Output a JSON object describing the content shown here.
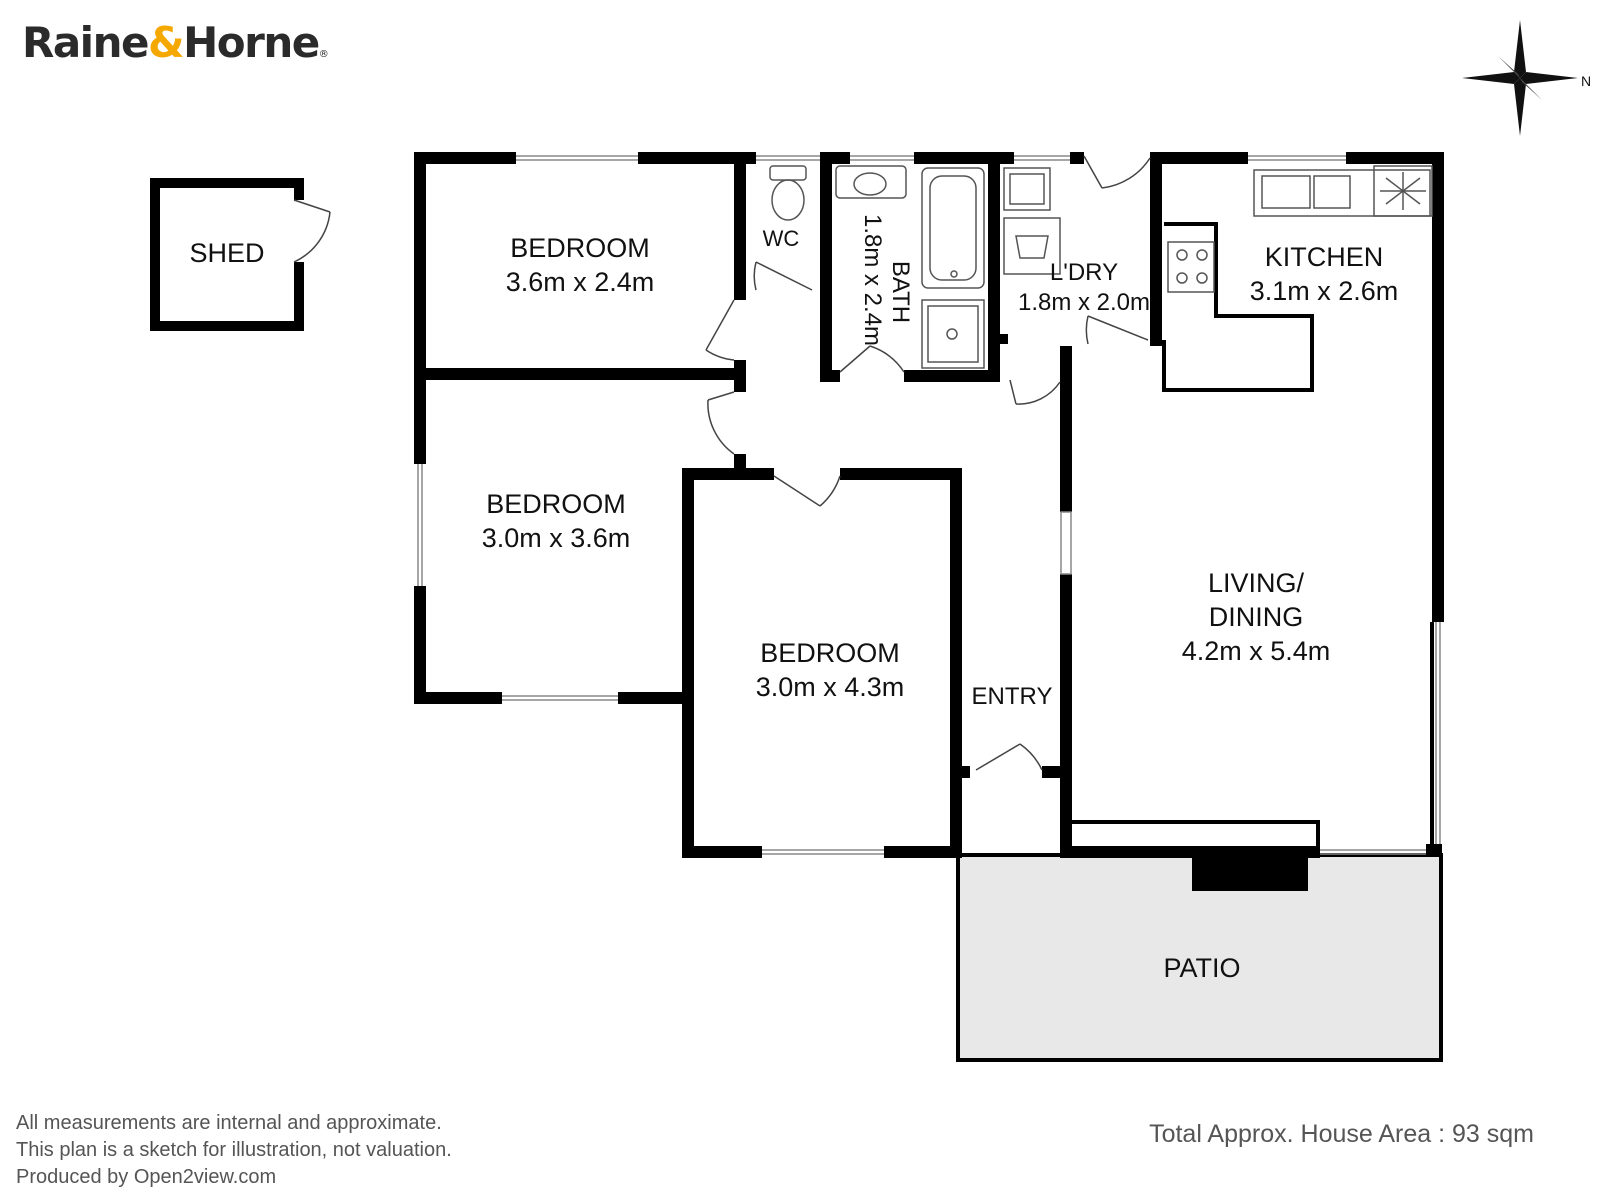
{
  "brand": {
    "name_part1": "Raine",
    "amp": "&",
    "name_part2": "Horne",
    "reg": "®"
  },
  "compass": {
    "label": "N"
  },
  "rooms": {
    "shed": {
      "name": "SHED"
    },
    "bedroom1": {
      "name": "BEDROOM",
      "size": "3.6m x 2.4m"
    },
    "wc": {
      "name": "WC"
    },
    "bath": {
      "name": "BATH",
      "size": "1.8m x 2.4m"
    },
    "laundry": {
      "name": "L'DRY",
      "size": "1.8m x 2.0m"
    },
    "kitchen": {
      "name": "KITCHEN",
      "size": "3.1m x 2.6m"
    },
    "bedroom2": {
      "name": "BEDROOM",
      "size": "3.0m x 3.6m"
    },
    "bedroom3": {
      "name": "BEDROOM",
      "size": "3.0m x 4.3m"
    },
    "entry": {
      "name": "ENTRY"
    },
    "living": {
      "line1": "LIVING/",
      "line2": "DINING",
      "size": "4.2m x 5.4m"
    },
    "patio": {
      "name": "PATIO"
    }
  },
  "footnote": [
    "All measurements are internal and approximate.",
    "This plan is a sketch for illustration, not valuation.",
    "Produced by Open2view.com"
  ],
  "total_area": "Total Approx. House Area : 93 sqm",
  "colors": {
    "wall": "#000000",
    "patio_fill": "#e8e8e8",
    "brand_amp": "#f5a800",
    "text_grey": "#555555"
  }
}
